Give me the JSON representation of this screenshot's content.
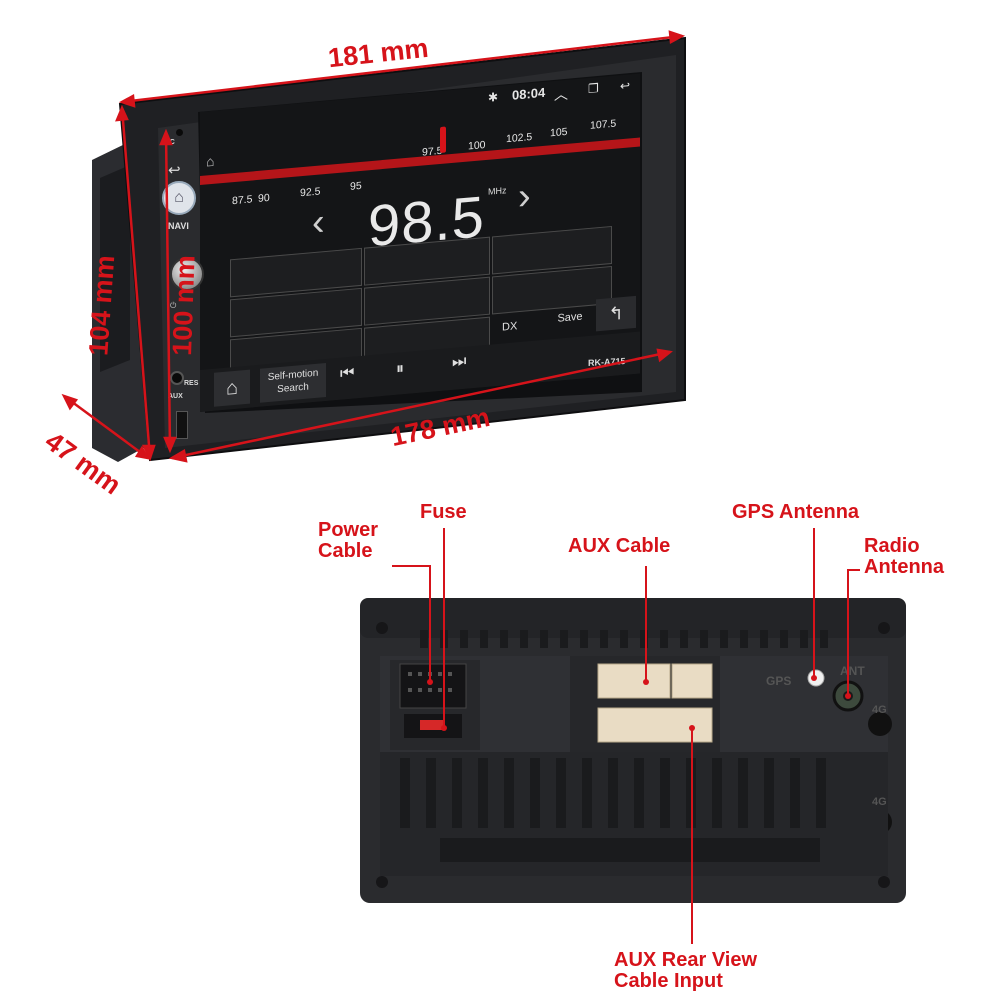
{
  "dimensions": {
    "top_width": "181 mm",
    "bottom_width": "178 mm",
    "outer_height": "104 mm",
    "inner_height": "100 mm",
    "depth": "47 mm"
  },
  "screen": {
    "time": "08:04",
    "frequency": "98.5",
    "unit": "MHz",
    "scale_top": [
      "97.5",
      "100",
      "102.5",
      "105",
      "107.5"
    ],
    "scale_bottom": [
      "87.5",
      "90",
      "92.5",
      "95"
    ],
    "dx_label": "DX",
    "save_label": "Save",
    "self_motion": "Self-motion",
    "search": "Search",
    "model": "RK-A715"
  },
  "side_panel": {
    "mic": "MIC",
    "navi": "NAVI",
    "res": "RES",
    "aux": "AUX"
  },
  "rear": {
    "gps_port": "GPS",
    "ant_port": "ANT",
    "port_4g_a": "4G",
    "port_4g_b": "4G"
  },
  "callouts": {
    "fuse": "Fuse",
    "power_cable_1": "Power",
    "power_cable_2": "Cable",
    "aux_cable": "AUX Cable",
    "gps_antenna": "GPS Antenna",
    "radio_antenna_1": "Radio",
    "radio_antenna_2": "Antenna",
    "aux_rear_1": "AUX Rear View",
    "aux_rear_2": "Cable Input"
  },
  "colors": {
    "accent_red": "#d6131a",
    "screen_bg": "#141517",
    "body_dark": "#2a2b2e"
  }
}
